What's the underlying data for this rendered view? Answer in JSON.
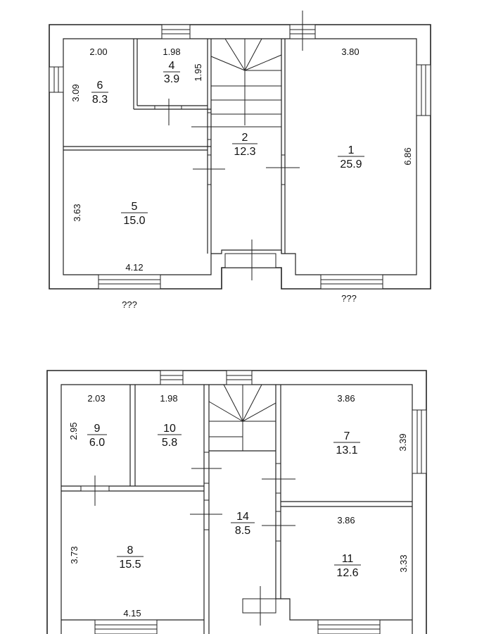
{
  "floor1": {
    "rooms": [
      {
        "id": "r6",
        "number": "6",
        "area": "8.3",
        "width": "2.00",
        "length": "3.09"
      },
      {
        "id": "r4",
        "number": "4",
        "area": "3.9",
        "width": "1.98",
        "length": "1.95"
      },
      {
        "id": "r2",
        "number": "2",
        "area": "12.3"
      },
      {
        "id": "r1",
        "number": "1",
        "area": "25.9",
        "width": "3.80",
        "length": "6.86"
      },
      {
        "id": "r5",
        "number": "5",
        "area": "15.0",
        "width": "4.12",
        "length": "3.63"
      }
    ],
    "unknown_left": "???",
    "unknown_right": "???"
  },
  "floor2": {
    "rooms": [
      {
        "id": "r9",
        "number": "9",
        "area": "6.0",
        "width": "2.03",
        "length": "2.95"
      },
      {
        "id": "r10",
        "number": "10",
        "area": "5.8",
        "width": "1.98"
      },
      {
        "id": "r7",
        "number": "7",
        "area": "13.1",
        "width": "3.86",
        "length": "3.39"
      },
      {
        "id": "r14",
        "number": "14",
        "area": "8.5"
      },
      {
        "id": "r8",
        "number": "8",
        "area": "15.5",
        "width": "4.15",
        "length": "3.73"
      },
      {
        "id": "r11",
        "number": "11",
        "area": "12.6",
        "width": "3.86",
        "length": "3.33"
      }
    ]
  }
}
